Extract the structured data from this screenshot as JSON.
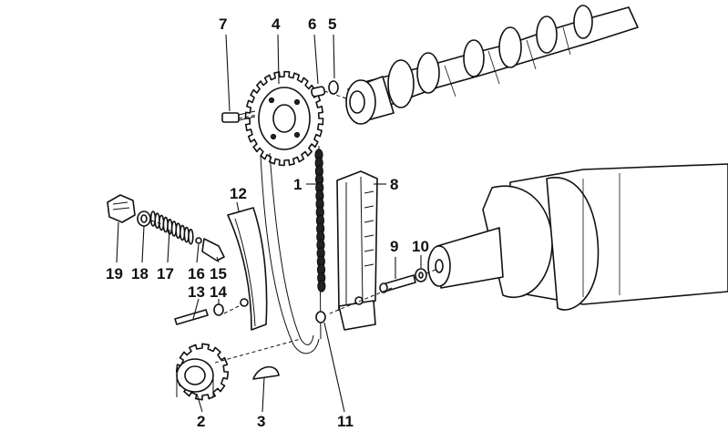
{
  "diagram": {
    "callouts": [
      {
        "key": "c1",
        "text": "1"
      },
      {
        "key": "c2",
        "text": "2"
      },
      {
        "key": "c3",
        "text": "3"
      },
      {
        "key": "c4",
        "text": "4"
      },
      {
        "key": "c5",
        "text": "5"
      },
      {
        "key": "c6",
        "text": "6"
      },
      {
        "key": "c7",
        "text": "7"
      },
      {
        "key": "c8",
        "text": "8"
      },
      {
        "key": "c9",
        "text": "9"
      },
      {
        "key": "c10",
        "text": "10"
      },
      {
        "key": "c11",
        "text": "11"
      },
      {
        "key": "c12",
        "text": "12"
      },
      {
        "key": "c13",
        "text": "13"
      },
      {
        "key": "c14",
        "text": "14"
      },
      {
        "key": "c15",
        "text": "15"
      },
      {
        "key": "c16",
        "text": "16"
      },
      {
        "key": "c17",
        "text": "17"
      },
      {
        "key": "c18",
        "text": "18"
      },
      {
        "key": "c19",
        "text": "19"
      }
    ]
  }
}
